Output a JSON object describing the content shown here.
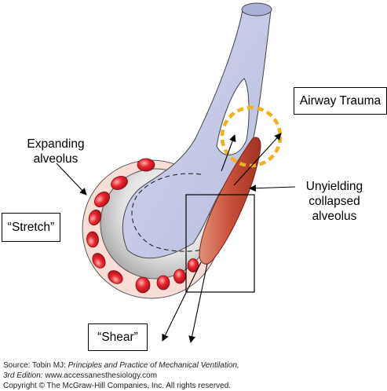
{
  "labels": {
    "airway_trauma": "Airway Trauma",
    "expanding_line1": "Expanding",
    "expanding_line2": "alveolus",
    "stretch": "“Stretch”",
    "unyielding_line1": "Unyielding",
    "unyielding_line2": "collapsed",
    "unyielding_line3": "alveolus",
    "shear": "“Shear”"
  },
  "source": {
    "prefix": "Source: Tobin MJ: ",
    "book_title": "Principles and Practice of Mechanical Ventilation,",
    "edition": "3rd Edition:",
    "website": " www.accessanesthesiology.com",
    "copyright": "Copyright © The McGraw-Hill Companies, Inc. All rights reserved."
  },
  "colors": {
    "airway_fill": "#c9cce8",
    "alveolus_wall": "#f8ddd6",
    "red_cell": "#e0202a",
    "collapsed_alveolus": "#c8503a",
    "trauma_circle": "#f0b21c",
    "gray_lumen": "#c8c8c8"
  }
}
